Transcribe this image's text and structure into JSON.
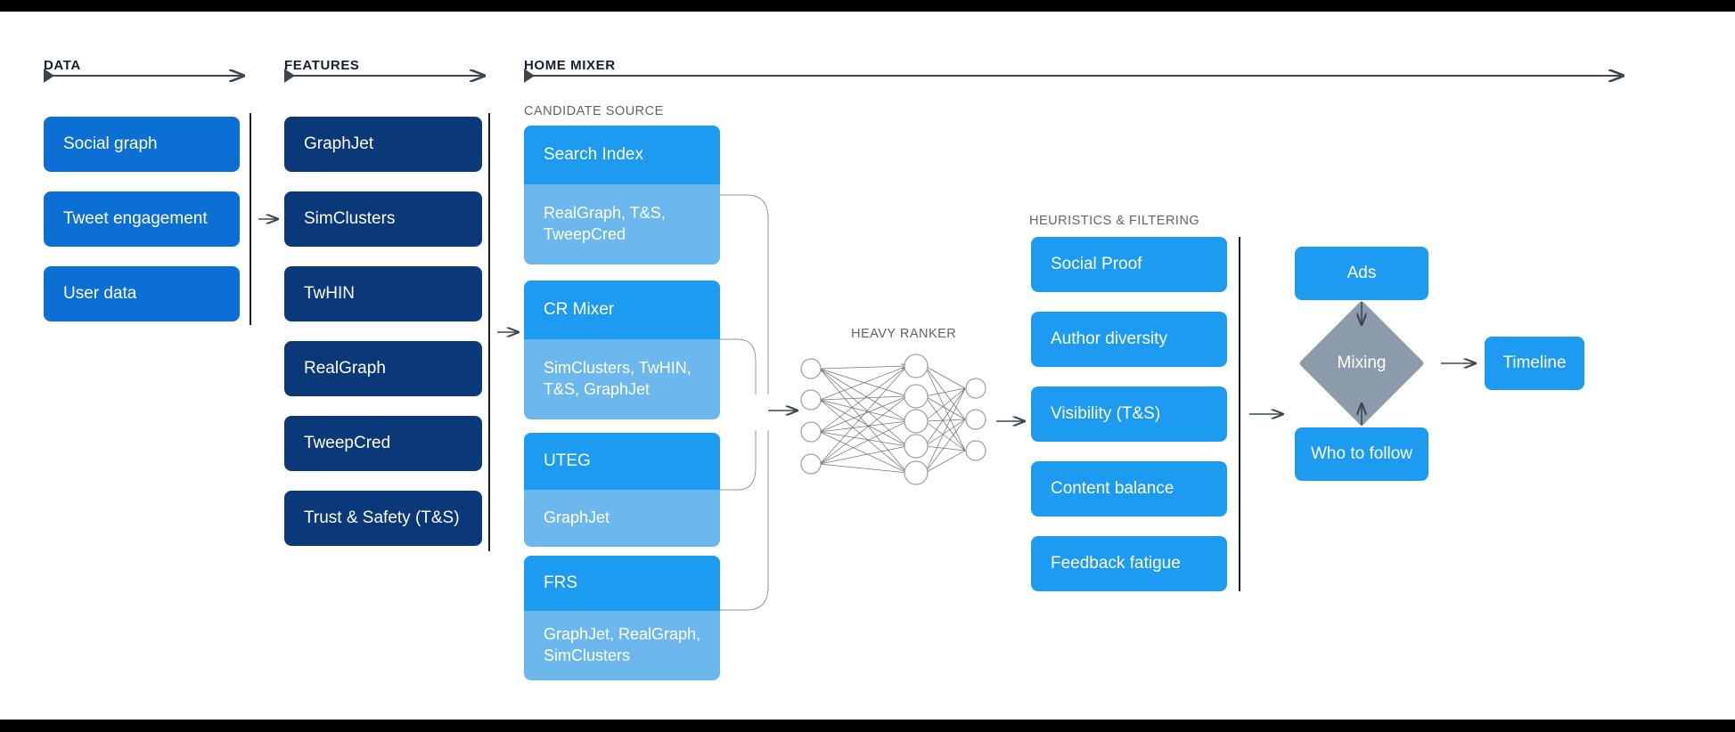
{
  "sections": [
    {
      "key": "data",
      "label": "DATA"
    },
    {
      "key": "features",
      "label": "FEATURES"
    },
    {
      "key": "home_mixer",
      "label": "HOME MIXER"
    }
  ],
  "subsections": {
    "candidate_source": "CANDIDATE SOURCE",
    "heavy_ranker": "HEAVY RANKER",
    "heuristics": "HEURISTICS & FILTERING"
  },
  "data_column": {
    "items": [
      {
        "label": "Social graph"
      },
      {
        "label": "Tweet engagement"
      },
      {
        "label": "User data"
      }
    ]
  },
  "features_column": {
    "items": [
      {
        "label": "GraphJet"
      },
      {
        "label": "SimClusters"
      },
      {
        "label": "TwHIN"
      },
      {
        "label": "RealGraph"
      },
      {
        "label": "TweepCred"
      },
      {
        "label": "Trust & Safety (T&S)"
      }
    ]
  },
  "candidate_sources": [
    {
      "title": "Search Index",
      "features": "RealGraph, T&S, TweepCred"
    },
    {
      "title": "CR Mixer",
      "features": "SimClusters, TwHIN, T&S, GraphJet"
    },
    {
      "title": "UTEG",
      "features": "GraphJet"
    },
    {
      "title": "FRS",
      "features": "GraphJet, RealGraph, SimClusters"
    }
  ],
  "heavy_ranker": {
    "label": "HEAVY RANKER",
    "layers": [
      4,
      5,
      3
    ]
  },
  "heuristics_column": {
    "items": [
      {
        "label": "Social Proof"
      },
      {
        "label": "Author diversity"
      },
      {
        "label": "Visibility (T&S)"
      },
      {
        "label": "Content balance"
      },
      {
        "label": "Feedback fatigue"
      }
    ]
  },
  "output_stage": {
    "ads": "Ads",
    "mixing": "Mixing",
    "who_to_follow": "Who to follow",
    "timeline": "Timeline"
  },
  "colors": {
    "data_box": "#0b6fd4",
    "feature_box": "#0a3878",
    "bright_box": "#1d9bf0",
    "card_body": "#6cb8ee",
    "diamond": "#8c9bab",
    "rule": "#3b4650",
    "label_muted": "#5b6670",
    "heading": "#15202b"
  }
}
